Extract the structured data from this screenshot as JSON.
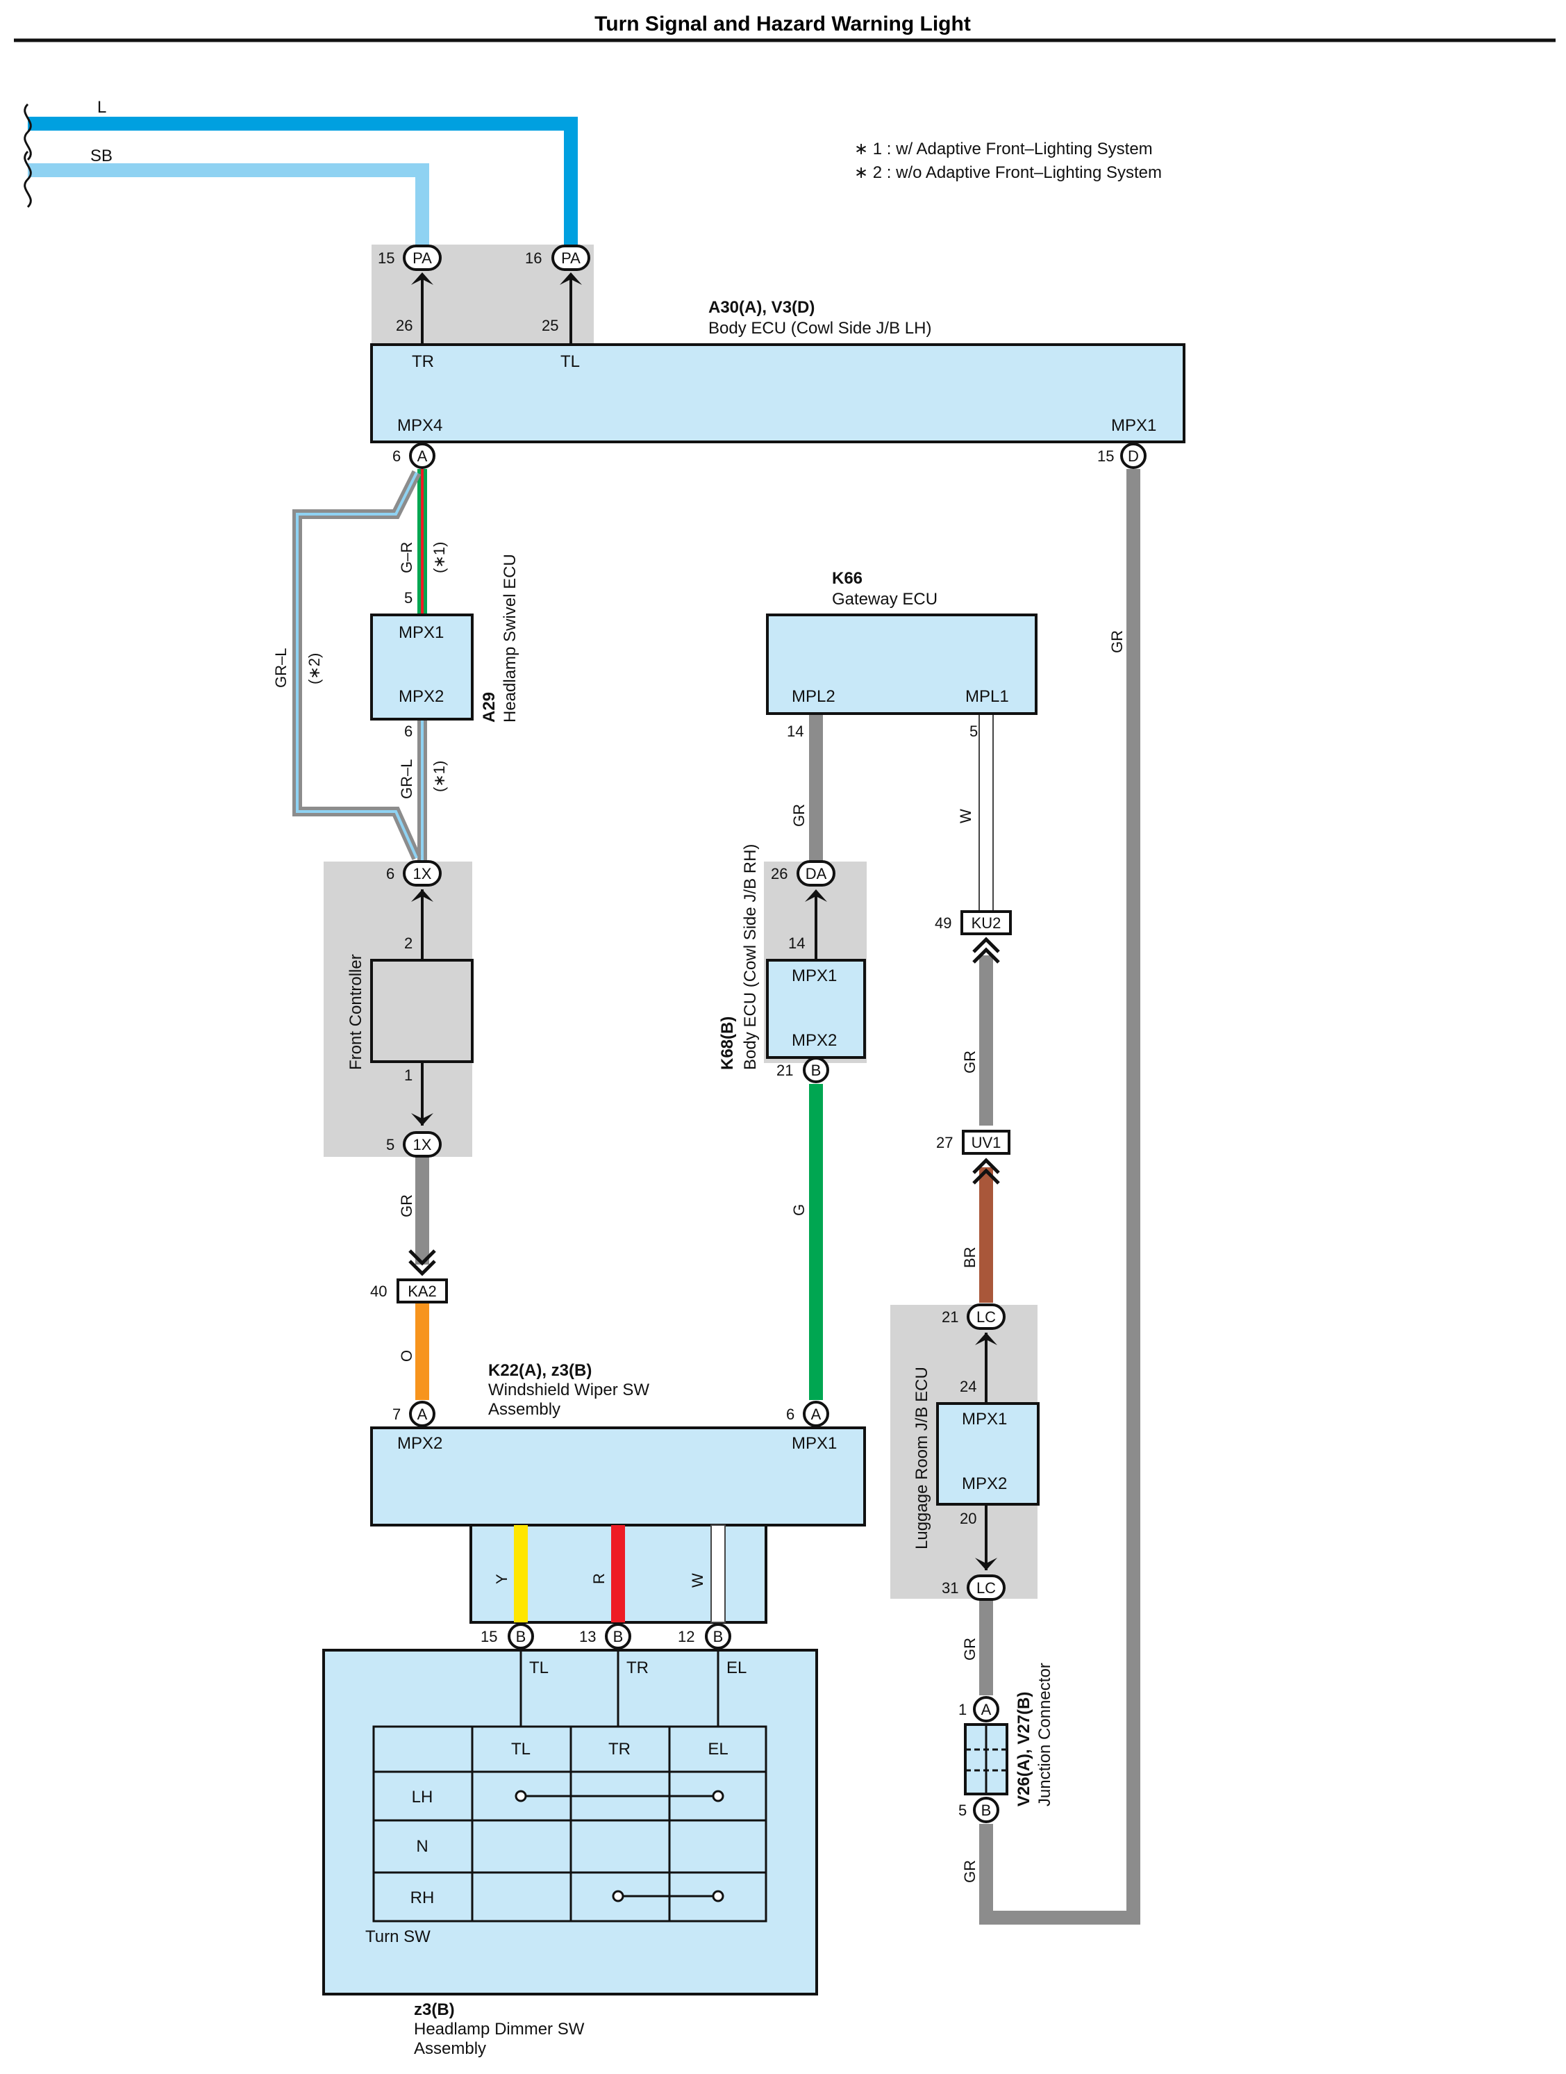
{
  "title": "Turn Signal and Hazard Warning Light",
  "notes": [
    "∗ 1 : w/ Adaptive Front–Lighting System",
    "∗ 2 : w/o Adaptive Front–Lighting System"
  ],
  "incoming_wires": {
    "upper": "L",
    "lower": "SB"
  },
  "colors": {
    "L": "#00a0e0",
    "SB": "#8fd2f2",
    "GR": "#8c8c8c",
    "G": "#00a651",
    "R": "#ee1c25",
    "O": "#f7941d",
    "Y": "#ffe600",
    "W": "#ffffff",
    "BR": "#a9573a",
    "component_fill": "#c8e8f8",
    "junction_fill": "#d4d4d4"
  },
  "components": {
    "body_ecu_lh": {
      "code": "A30(A), V3(D)",
      "name": "Body ECU (Cowl Side J/B LH)",
      "terminals": {
        "tr": "TR",
        "tl": "TL",
        "mpx4": "MPX4",
        "mpx1": "MPX1"
      }
    },
    "headlamp_swivel": {
      "code": "A29",
      "name": "Headlamp Swivel ECU",
      "t1": "MPX1",
      "t2": "MPX2"
    },
    "front_controller": {
      "name": "Front Controller"
    },
    "gateway_ecu": {
      "code": "K66",
      "name": "Gateway ECU",
      "t1": "MPL2",
      "t2": "MPL1"
    },
    "body_ecu_rh": {
      "code": "K68(B)",
      "name": "Body ECU (Cowl Side J/B RH)",
      "t1": "MPX1",
      "t2": "MPX2"
    },
    "luggage_ecu": {
      "name": "Luggage Room J/B ECU",
      "t1": "MPX1",
      "t2": "MPX2"
    },
    "wiper_sw": {
      "code": "K22(A), z3(B)",
      "name": "Windshield Wiper SW",
      "name2": "Assembly",
      "t1": "MPX2",
      "t2": "MPX1"
    },
    "dimmer_sw": {
      "code": "z3(B)",
      "name": "Headlamp Dimmer SW",
      "name2": "Assembly",
      "terminals": [
        "TL",
        "TR",
        "EL"
      ],
      "switch_label": "Turn SW",
      "table": {
        "columns": [
          "TL",
          "TR",
          "EL"
        ],
        "rows": [
          "LH",
          "N",
          "RH"
        ]
      }
    },
    "junction_connector": {
      "code": "V26(A), V27(B)",
      "name": "Junction Connector"
    }
  },
  "connectors": {
    "pa15": {
      "pin": "15",
      "id": "PA"
    },
    "pa16": {
      "pin": "16",
      "id": "PA"
    },
    "a6_top": {
      "pin": "6",
      "id": "A"
    },
    "d15": {
      "pin": "15",
      "id": "D"
    },
    "x6": {
      "pin": "6",
      "id": "1X"
    },
    "x5": {
      "pin": "5",
      "id": "1X"
    },
    "ka2": {
      "pin": "40",
      "id": "KA2"
    },
    "a7": {
      "pin": "7",
      "id": "A"
    },
    "a6_bot": {
      "pin": "6",
      "id": "A"
    },
    "da26": {
      "pin": "26",
      "id": "DA"
    },
    "b21": {
      "pin": "21",
      "id": "B"
    },
    "ku2": {
      "pin": "49",
      "id": "KU2"
    },
    "uv1": {
      "pin": "27",
      "id": "UV1"
    },
    "lc21": {
      "pin": "21",
      "id": "LC"
    },
    "lc31": {
      "pin": "31",
      "id": "LC"
    },
    "b15": {
      "pin": "15",
      "id": "B"
    },
    "b13": {
      "pin": "13",
      "id": "B"
    },
    "b12": {
      "pin": "12",
      "id": "B"
    },
    "jc_a": {
      "pin": "1",
      "id": "A"
    },
    "jc_b": {
      "pin": "5",
      "id": "B"
    }
  },
  "pins": {
    "tr": "26",
    "tl": "25",
    "swivel_in": "5",
    "swivel_out": "6",
    "fc_in": "2",
    "fc_out": "1",
    "gw_mpl2": "14",
    "gw_mpl1": "5",
    "rh_in": "14",
    "lug_out": "24",
    "lug_in": "20"
  },
  "wire_labels": {
    "gr_r": "G–R",
    "star1_a": "(∗1)",
    "gr_l_side": "GR–L",
    "star2": "(∗2)",
    "gr_l": "GR–L",
    "star1_b": "(∗1)",
    "gr_fc": "GR",
    "o": "O",
    "gr_gw": "GR",
    "w_gw": "W",
    "g": "G",
    "gr_mid": "GR",
    "br": "BR",
    "gr_right": "GR",
    "gr_lug": "GR",
    "gr_jc": "GR",
    "y": "Y",
    "r": "R",
    "w": "W"
  }
}
